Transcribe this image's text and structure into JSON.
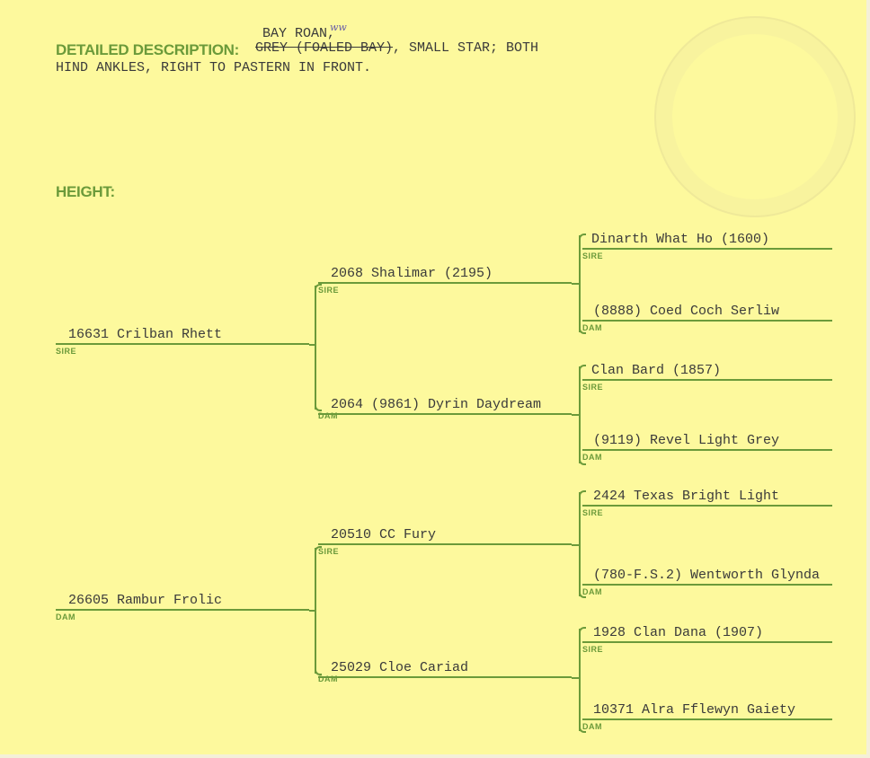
{
  "labels": {
    "detailed_description": "DETAILED DESCRIPTION:",
    "height": "HEIGHT:"
  },
  "description": {
    "correction_above": "BAY ROAN,",
    "initials": "ww",
    "struck_text": "GREY (FOALED BAY)",
    "remainder_line1": ", SMALL STAR; BOTH",
    "line2": "HIND ANKLES, RIGHT TO PASTERN IN FRONT."
  },
  "roles": {
    "sire": "SIRE",
    "dam": "DAM"
  },
  "pedigree": {
    "sire": "16631 Crilban Rhett",
    "dam": "26605 Rambur Frolic",
    "sire_sire": "2068 Shalimar (2195)",
    "sire_dam": "2064 (9861) Dyrin Daydream",
    "dam_sire": "20510 CC Fury",
    "dam_dam": "25029 Cloe Cariad",
    "ss_sire": "Dinarth What Ho (1600)",
    "ss_dam": "(8888) Coed Coch Serliw",
    "sd_sire": "Clan Bard (1857)",
    "sd_dam": "(9119) Revel Light Grey",
    "ds_sire": "2424 Texas Bright Light",
    "ds_dam": "(780-F.S.2) Wentworth Glynda",
    "dd_sire": "1928 Clan Dana (1907)",
    "dd_dam": "10371 Alra Fflewyn Gaiety"
  },
  "colors": {
    "paper": "#fdf99d",
    "print_green": "#6b9a3a",
    "type_ink": "#3a3a3a"
  }
}
